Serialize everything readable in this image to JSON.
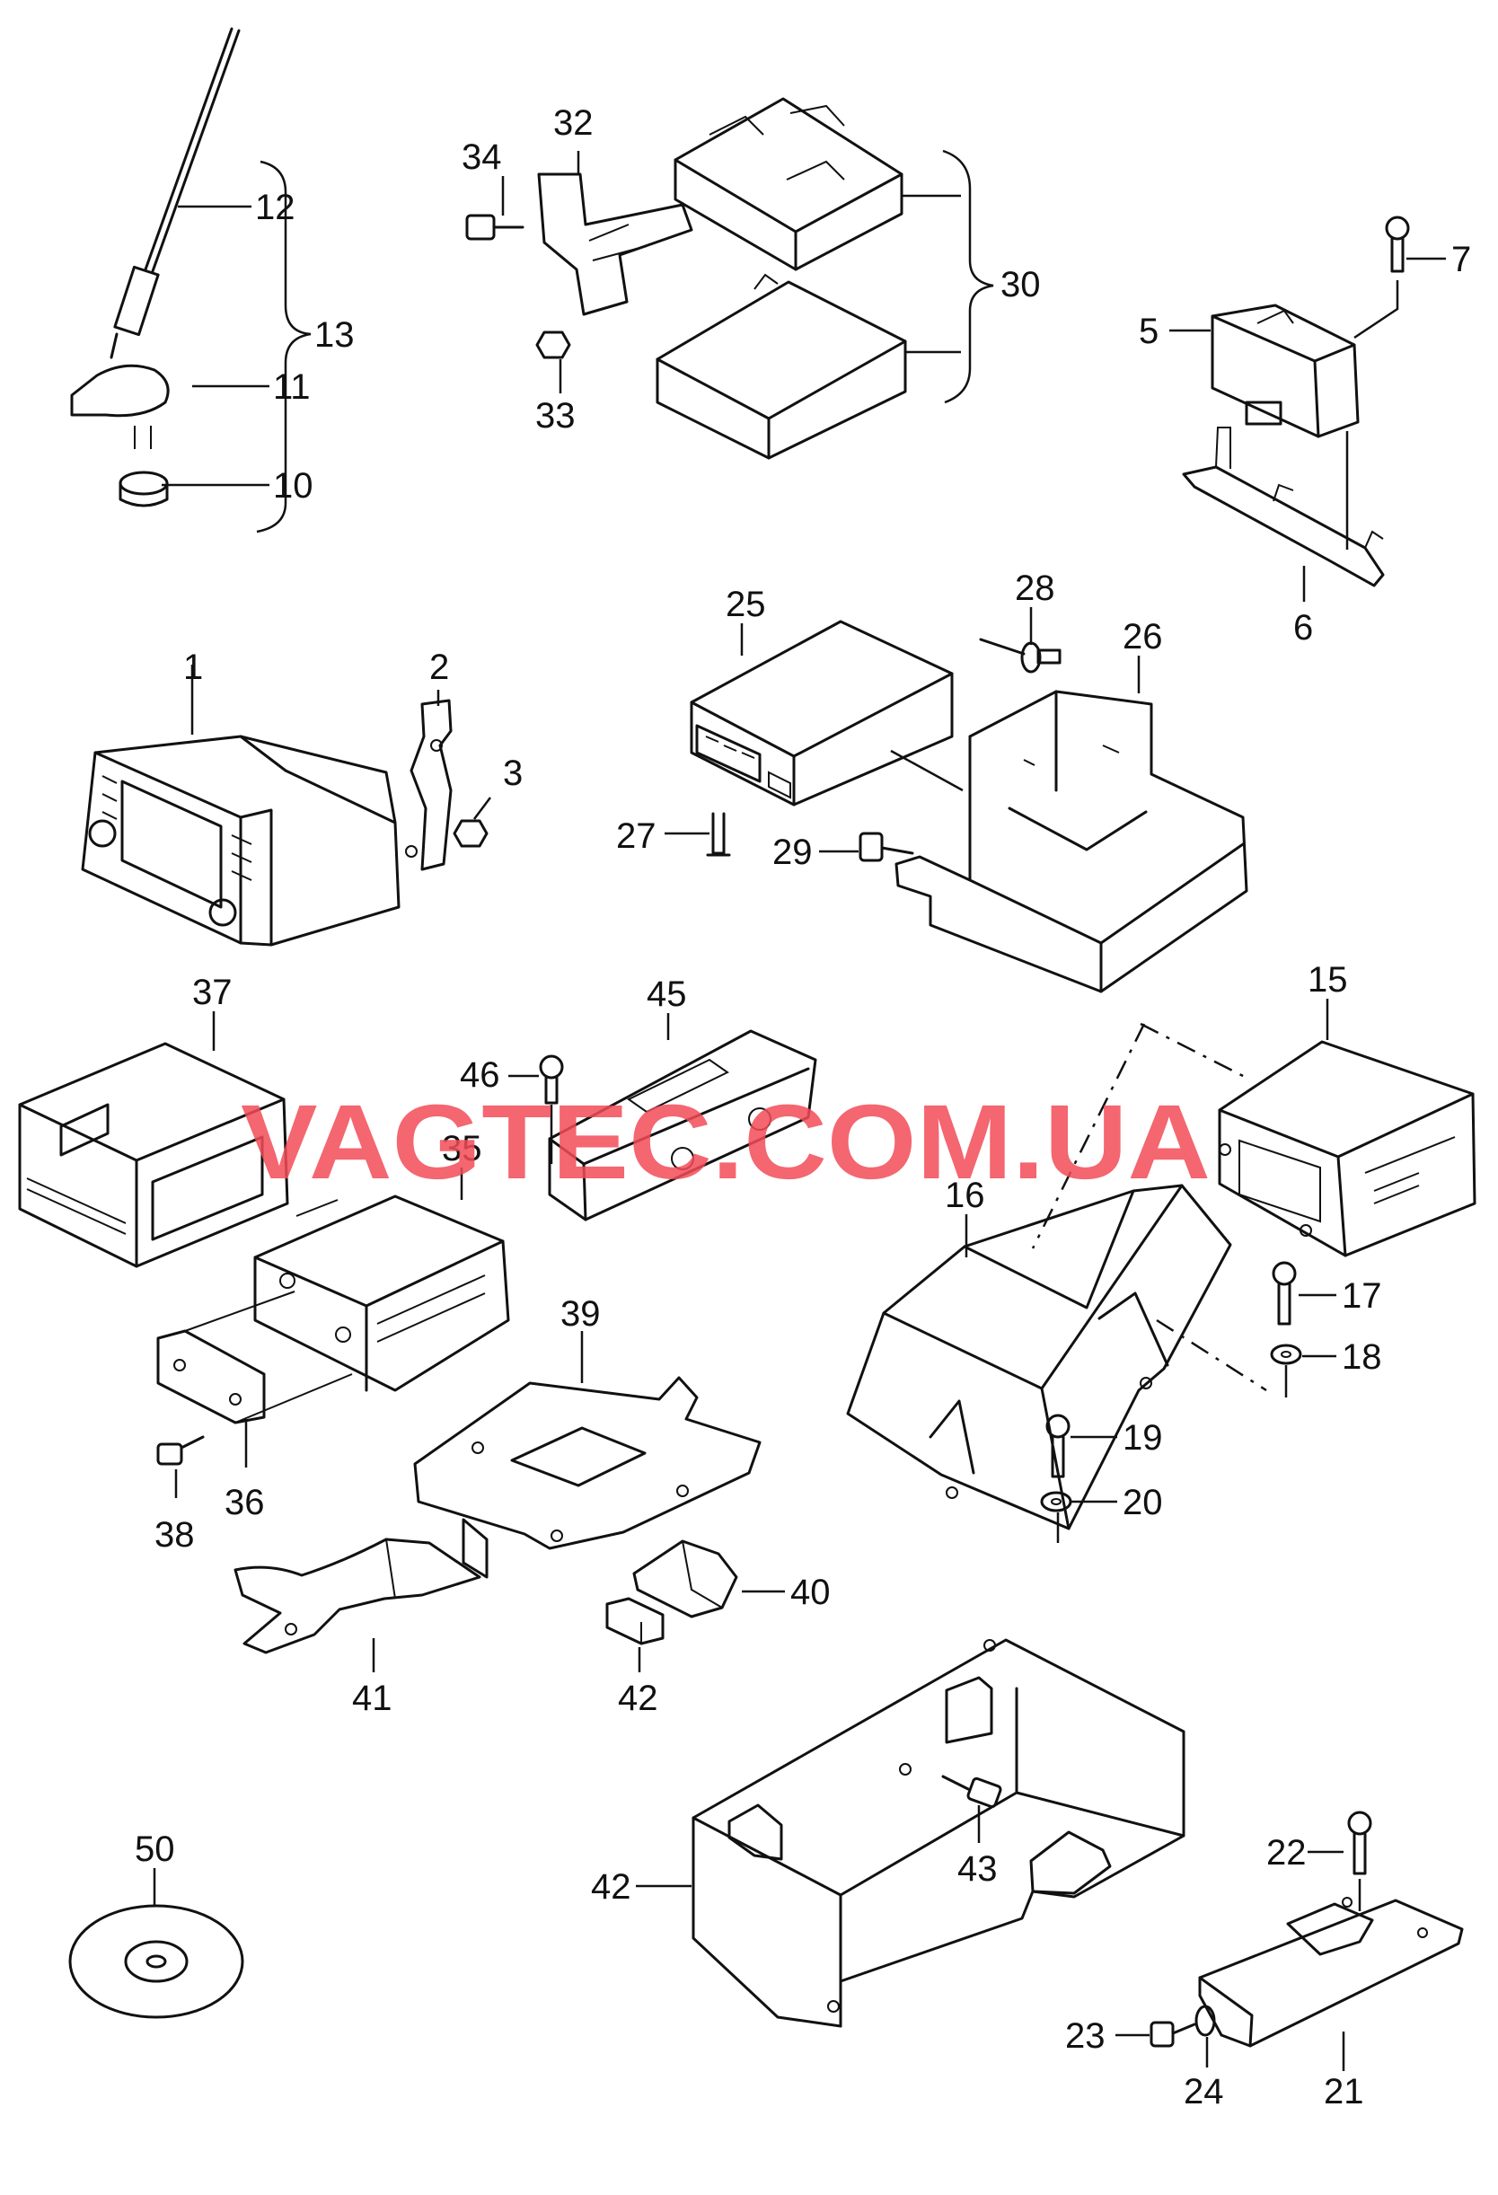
{
  "watermark": "VAGTEC.COM.UA",
  "callouts": {
    "c1": "1",
    "c2": "2",
    "c3": "3",
    "c5": "5",
    "c6": "6",
    "c7": "7",
    "c10": "10",
    "c11": "11",
    "c12": "12",
    "c13": "13",
    "c15": "15",
    "c16": "16",
    "c17": "17",
    "c18": "18",
    "c19": "19",
    "c20": "20",
    "c21": "21",
    "c22": "22",
    "c23": "23",
    "c24": "24",
    "c25": "25",
    "c26": "26",
    "c27": "27",
    "c28": "28",
    "c29": "29",
    "c30": "30",
    "c32": "32",
    "c33": "33",
    "c34": "34",
    "c35": "35",
    "c36": "36",
    "c37": "37",
    "c38": "38",
    "c39": "39",
    "c40": "40",
    "c41": "41",
    "c42a": "42",
    "c42b": "42",
    "c43": "43",
    "c45": "45",
    "c46": "46",
    "c50": "50"
  }
}
